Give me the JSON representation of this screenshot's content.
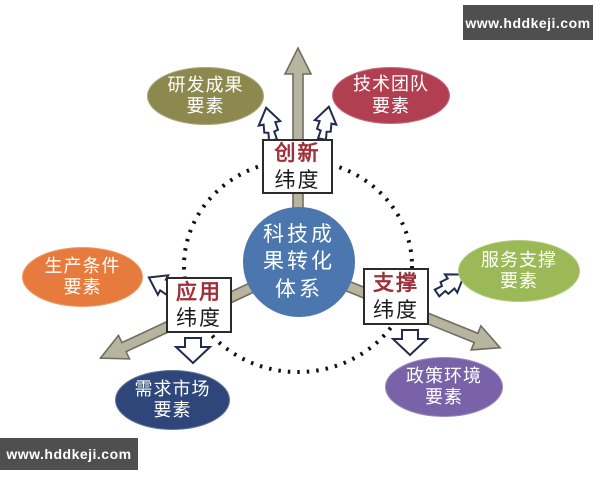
{
  "watermarks": {
    "top_right": "www.hddkeji.com",
    "bottom_left": "www.hddkeji.com"
  },
  "center_circle": {
    "line1": "科技成",
    "line2": "果转化",
    "line3": "体系",
    "full_text": "科技成果转化体系",
    "color": "#4b77ae"
  },
  "dimension_boxes": {
    "innovation": {
      "accent": "创新",
      "label": "纬度"
    },
    "application": {
      "accent": "应用",
      "label": "纬度"
    },
    "support": {
      "accent": "支撑",
      "label": "纬度"
    }
  },
  "element_ellipses": {
    "rd_achievements": {
      "line1": "研发成果",
      "line2": "要素",
      "color": "#8d894e"
    },
    "tech_team": {
      "line1": "技术团队",
      "line2": "要素",
      "color": "#b23f51"
    },
    "production_conditions": {
      "line1": "生产条件",
      "line2": "要素",
      "color": "#e77b3d"
    },
    "service_support": {
      "line1": "服务支撑",
      "line2": "要素",
      "color": "#9cb958"
    },
    "demand_market": {
      "line1": "需求市场",
      "line2": "要素",
      "color": "#2e4679"
    },
    "policy_environment": {
      "line1": "政策环境",
      "line2": "要素",
      "color": "#7a62a8"
    }
  },
  "colors": {
    "accent_red": "#9e3039",
    "box_text": "#1a1a1a",
    "tan_arrow": "#b7b49f",
    "tan_arrow_outline": "#6f6e5f",
    "white_arrow_fill": "#ffffff",
    "white_arrow_outline": "#232a4d",
    "dotted_circle": "#111111",
    "watermark_bg": "#4f4f4f",
    "watermark_text": "#ffffff",
    "background": "#ffffff"
  }
}
